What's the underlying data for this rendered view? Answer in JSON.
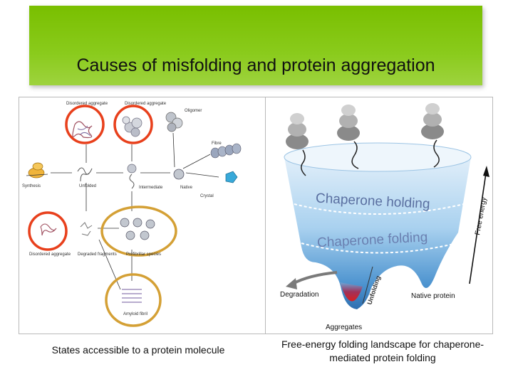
{
  "slide": {
    "title": "Causes of misfolding and protein aggregation",
    "caption_left": "States accessible to a protein molecule",
    "caption_right": "Free-energy folding landscape for chaperone-mediated protein folding"
  },
  "left_diagram": {
    "labels": {
      "disordered_top1": "Disordered aggregate",
      "disordered_top2": "Disordered aggregate",
      "oligomer": "Oligomer",
      "fibre": "Fibre",
      "synthesis": "Synthesis",
      "unfolded": "Unfolded",
      "intermediate": "Intermediate",
      "native": "Native",
      "crystal": "Crystal",
      "disordered_bottom": "Disordered aggregate",
      "degraded": "Degraded fragments",
      "prefibrillar": "Prefibrillar species",
      "amyloid": "Amyloid fibril"
    },
    "colors": {
      "red_circle": "#e8401c",
      "gold_circle": "#d4a035"
    }
  },
  "right_diagram": {
    "band1": "Chaperone holding",
    "band2": "Chaperone folding",
    "free_energy": "Free energy",
    "unfolding": "Unfolding",
    "degradation": "Degradation",
    "native_protein": "Native protein",
    "aggregates": "Aggregates"
  }
}
